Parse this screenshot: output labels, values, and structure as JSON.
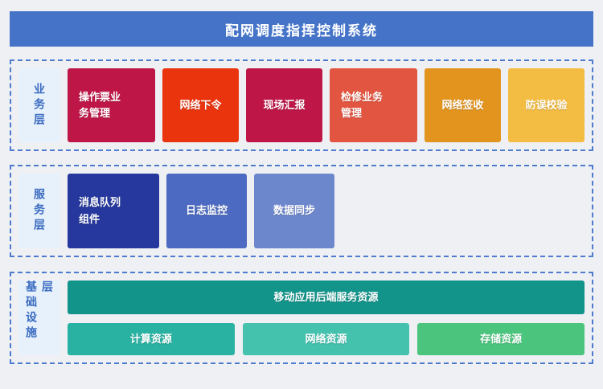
{
  "theme": {
    "page_bg": "#EFF0F4",
    "header_bg": "#4573C7",
    "border_blue": "#4D7BCE",
    "label_bg": "#E7F1FB",
    "label_text": "#3A6BC0",
    "box_text": "#FFFFFF"
  },
  "header": {
    "title": "配网调度指挥控制系统"
  },
  "layers": {
    "business": {
      "label": "业务层",
      "boxes": [
        {
          "label": "操作票业务管理",
          "color": "#BE1747"
        },
        {
          "label": "网络下令",
          "color": "#EA340D"
        },
        {
          "label": "现场汇报",
          "color": "#BE1747"
        },
        {
          "label": "检修业务管理",
          "color": "#E25540"
        },
        {
          "label": "网络签收",
          "color": "#E2941F"
        },
        {
          "label": "防误校验",
          "color": "#F3BC42"
        }
      ]
    },
    "service": {
      "label": "服务层",
      "boxes": [
        {
          "label": "消息队列组件",
          "color": "#26389D"
        },
        {
          "label": "日志监控",
          "color": "#4C6AC1"
        },
        {
          "label": "数据同步",
          "color": "#6C87CC"
        }
      ]
    },
    "infrastructure": {
      "label": "基础设施层",
      "wide_box": {
        "label": "移动应用后端服务资源",
        "color": "#12948A"
      },
      "boxes": [
        {
          "label": "计算资源",
          "color": "#29B2A2"
        },
        {
          "label": "网络资源",
          "color": "#44C2AE"
        },
        {
          "label": "存储资源",
          "color": "#4BC57D"
        }
      ]
    }
  }
}
